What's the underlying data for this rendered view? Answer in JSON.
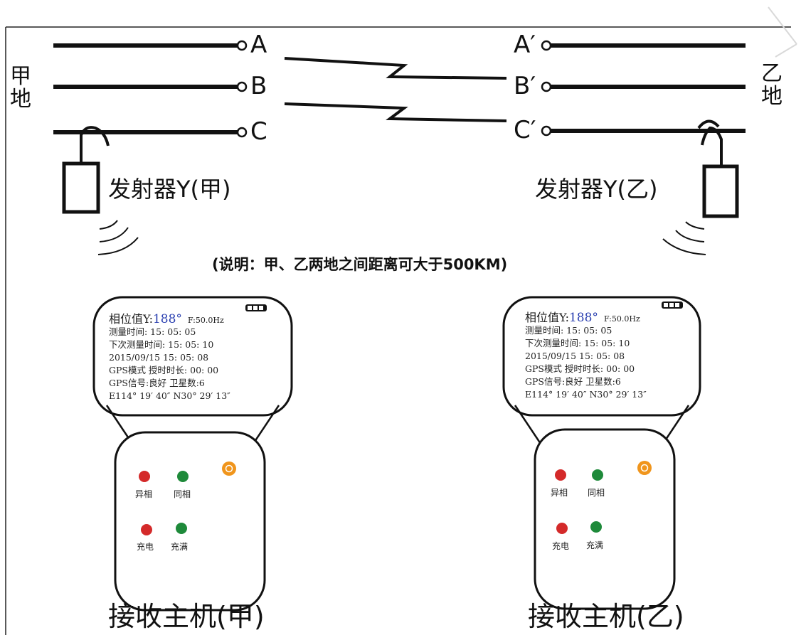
{
  "diagram": {
    "side_left": "甲地",
    "side_right": "乙地",
    "phases_left": [
      "A",
      "B",
      "C"
    ],
    "phases_right": [
      "A′",
      "B′",
      "C′"
    ],
    "transmitter_left": "发射器Y(甲)",
    "transmitter_right": "发射器Y(乙)",
    "note": "(说明：甲、乙两地之间距离可大于500KM)",
    "receiver_left_title": "接收主机(甲)",
    "receiver_right_title": "接收主机(乙)"
  },
  "screen": {
    "phase_label": "相位值Y:",
    "phase_value": "188°",
    "freq": "F:50.0Hz",
    "measure_time": "测量时间: 15: 05: 05",
    "next_measure": "下次测量时间: 15: 05: 10",
    "datetime": "2015/09/15  15: 05: 08",
    "gps_mode": "GPS模式   授时时长: 00: 00",
    "gps_signal": "GPS信号:良好        卫星数:6",
    "coords": "E114° 19′ 40″  N30° 29′ 13″"
  },
  "leds": {
    "out_of_phase": "异相",
    "in_phase": "同相",
    "charging": "充电",
    "charged": "充满"
  },
  "colors": {
    "line": "#111111",
    "led_red": "#d42a2a",
    "led_green": "#1e8a3a",
    "power_orange": "#f0951c",
    "screen_value": "#2a3fb0"
  }
}
